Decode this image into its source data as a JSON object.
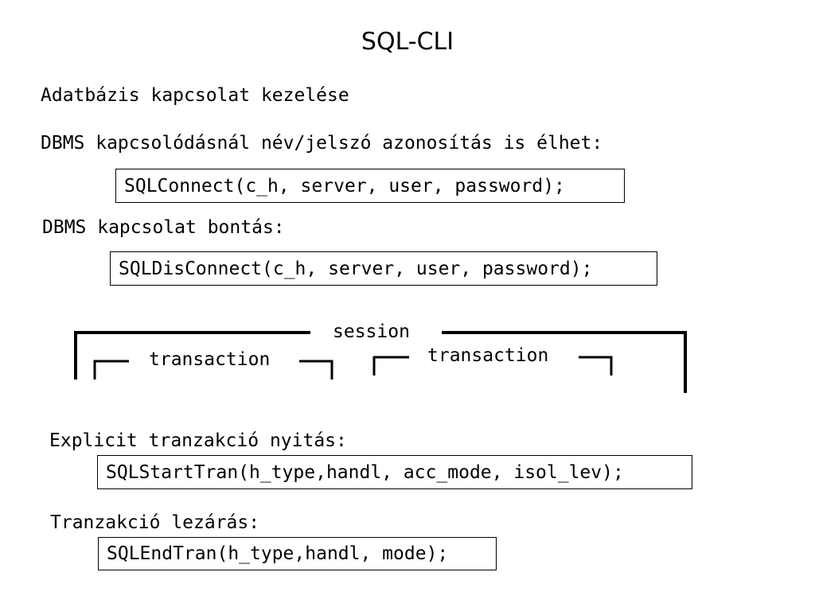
{
  "title": "SQL-CLI",
  "lines": {
    "heading": "Adatbázis kapcsolat kezelése",
    "connect_intro": "DBMS kapcsolódásnál név/jelszó azonosítás is élhet:",
    "connect_code": "SQLConnect(c_h, server, user, password);",
    "disconnect_intro": "DBMS kapcsolat bontás:",
    "disconnect_code": "SQLDisConnect(c_h, server, user, password);",
    "start_intro": "Explicit tranzakció nyitás:",
    "start_code": "SQLStartTran(h_type,handl, acc_mode, isol_lev);",
    "end_intro": "Tranzakció lezárás:",
    "end_code": "SQLEndTran(h_type,handl, mode);"
  },
  "diagram": {
    "session_label": "session",
    "transaction_1_label": "transaction",
    "transaction_2_label": "transaction"
  }
}
